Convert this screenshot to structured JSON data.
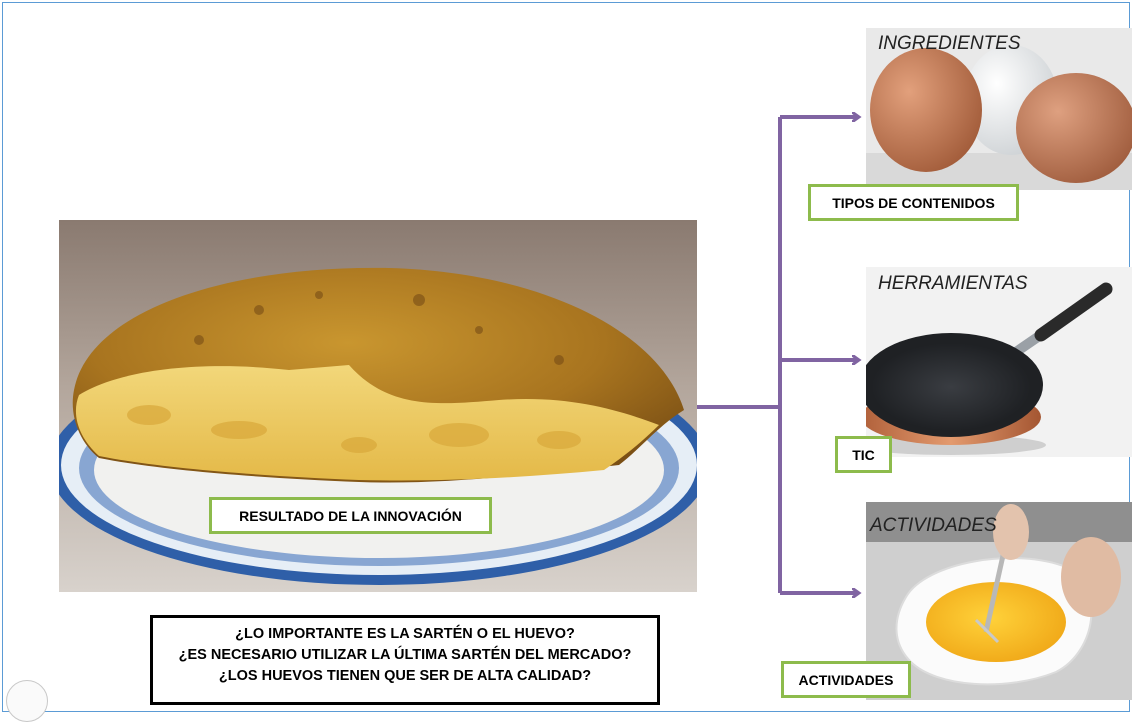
{
  "main_photo": {
    "label": "RESULTADO DE LA INNOVACIÓN"
  },
  "question_box": {
    "lines": [
      "¿LO IMPORTANTE ES LA SARTÉN O EL HUEVO?",
      "¿ES NECESARIO UTILIZAR LA ÚLTIMA SARTÉN DEL MERCADO?",
      "¿LOS HUEVOS TIENEN QUE SER DE ALTA CALIDAD?"
    ]
  },
  "branches": [
    {
      "title": "INGREDIENTES",
      "label": "TIPOS DE CONTENIDOS",
      "image": "eggs"
    },
    {
      "title": "HERRAMIENTAS",
      "label": "TIC",
      "image": "frying-pan"
    },
    {
      "title": "ACTIVIDADES",
      "label": "ACTIVIDADES",
      "image": "whisking-eggs"
    }
  ],
  "colors": {
    "connector": "#8064a2",
    "label_border": "#8dbb4c",
    "frame_border": "#5b9bd5",
    "question_border": "#000000"
  }
}
